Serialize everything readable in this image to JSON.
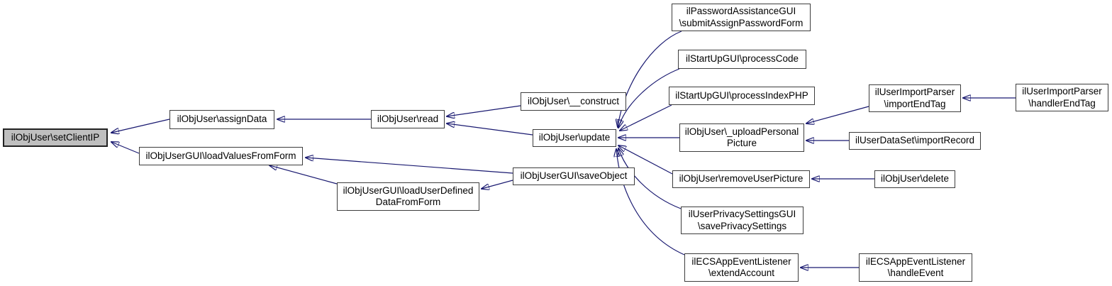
{
  "diagram": {
    "kind": "doxygen-caller-graph",
    "colors": {
      "edge": "#191970",
      "node_border": "#3d3d3d",
      "node_fill": "#ffffff",
      "highlight_fill": "#bfbfbf",
      "background": "#ffffff",
      "text": "#000000"
    },
    "nodes": [
      {
        "id": "setClientIP",
        "label": "ilObjUser\\setClientIP",
        "highlighted": true
      },
      {
        "id": "assignData",
        "label": "ilObjUser\\assignData",
        "highlighted": false
      },
      {
        "id": "loadValuesFromForm",
        "label": "ilObjUserGUI\\loadValuesFromForm",
        "highlighted": false
      },
      {
        "id": "read",
        "label": "ilObjUser\\read",
        "highlighted": false
      },
      {
        "id": "construct",
        "label": "ilObjUser\\__construct",
        "highlighted": false
      },
      {
        "id": "update",
        "label": "ilObjUser\\update",
        "highlighted": false
      },
      {
        "id": "saveObject",
        "label": "ilObjUserGUI\\saveObject",
        "highlighted": false
      },
      {
        "id": "loadUserDefinedDataFromForm",
        "label": "ilObjUserGUI\\loadUserDefined\nDataFromForm",
        "highlighted": false
      },
      {
        "id": "submitAssignPasswordForm",
        "label": "ilPasswordAssistanceGUI\n\\submitAssignPasswordForm",
        "highlighted": false
      },
      {
        "id": "processCode",
        "label": "ilStartUpGUI\\processCode",
        "highlighted": false
      },
      {
        "id": "processIndexPHP",
        "label": "ilStartUpGUI\\processIndexPHP",
        "highlighted": false
      },
      {
        "id": "importEndTag",
        "label": "ilUserImportParser\n\\importEndTag",
        "highlighted": false
      },
      {
        "id": "uploadPersonalPicture",
        "label": "ilObjUser\\_uploadPersonal\nPicture",
        "highlighted": false
      },
      {
        "id": "importRecord",
        "label": "ilUserDataSet\\importRecord",
        "highlighted": false
      },
      {
        "id": "removeUserPicture",
        "label": "ilObjUser\\removeUserPicture",
        "highlighted": false
      },
      {
        "id": "delete",
        "label": "ilObjUser\\delete",
        "highlighted": false
      },
      {
        "id": "savePrivacySettings",
        "label": "ilUserPrivacySettingsGUI\n\\savePrivacySettings",
        "highlighted": false
      },
      {
        "id": "extendAccount",
        "label": "ilECSAppEventListener\n\\extendAccount",
        "highlighted": false
      },
      {
        "id": "handleEvent",
        "label": "ilECSAppEventListener\n\\handleEvent",
        "highlighted": false
      },
      {
        "id": "handlerEndTag",
        "label": "ilUserImportParser\n\\handlerEndTag",
        "highlighted": false
      }
    ],
    "edges": [
      {
        "from": "assignData",
        "to": "setClientIP"
      },
      {
        "from": "loadValuesFromForm",
        "to": "setClientIP"
      },
      {
        "from": "read",
        "to": "assignData"
      },
      {
        "from": "construct",
        "to": "read"
      },
      {
        "from": "update",
        "to": "read"
      },
      {
        "from": "saveObject",
        "to": "loadValuesFromForm"
      },
      {
        "from": "loadUserDefinedDataFromForm",
        "to": "loadValuesFromForm"
      },
      {
        "from": "saveObject",
        "to": "loadUserDefinedDataFromForm"
      },
      {
        "from": "submitAssignPasswordForm",
        "to": "update"
      },
      {
        "from": "processCode",
        "to": "update"
      },
      {
        "from": "processIndexPHP",
        "to": "update"
      },
      {
        "from": "uploadPersonalPicture",
        "to": "update"
      },
      {
        "from": "removeUserPicture",
        "to": "update"
      },
      {
        "from": "savePrivacySettings",
        "to": "update"
      },
      {
        "from": "extendAccount",
        "to": "update"
      },
      {
        "from": "importEndTag",
        "to": "uploadPersonalPicture"
      },
      {
        "from": "importRecord",
        "to": "uploadPersonalPicture"
      },
      {
        "from": "handlerEndTag",
        "to": "importEndTag"
      },
      {
        "from": "delete",
        "to": "removeUserPicture"
      },
      {
        "from": "handleEvent",
        "to": "extendAccount"
      }
    ]
  }
}
